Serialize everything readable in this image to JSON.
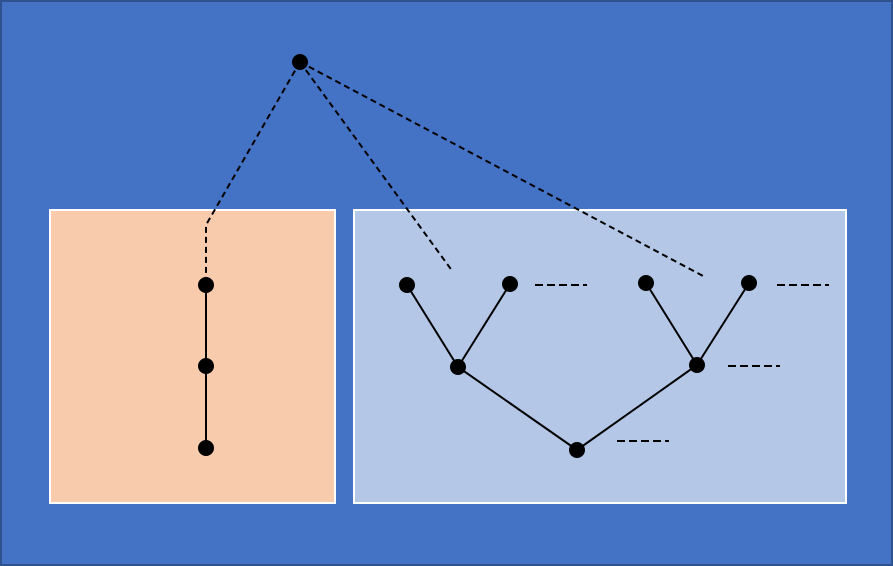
{
  "colors": {
    "outer_fill": "#4472C4",
    "outer_stroke": "#2F528F",
    "left_panel_fill": "#F8CBAD",
    "right_panel_fill": "#B4C7E7",
    "panel_stroke": "#FFFFFF",
    "node": "#000000",
    "edge": "#000000"
  },
  "diagram": {
    "root_node": "root",
    "left_panel": {
      "structure": "chain",
      "nodes": [
        "c1",
        "c2",
        "c3"
      ],
      "edges": [
        [
          "c1",
          "c2"
        ],
        [
          "c2",
          "c3"
        ]
      ]
    },
    "right_panel": {
      "structure": "binary-tree",
      "nodes": [
        "r-root",
        "r-left",
        "r-right",
        "r-ll",
        "r-lr",
        "r-rl",
        "r-rr"
      ],
      "edges": [
        [
          "r-root",
          "r-left"
        ],
        [
          "r-root",
          "r-right"
        ],
        [
          "r-left",
          "r-ll"
        ],
        [
          "r-left",
          "r-lr"
        ],
        [
          "r-right",
          "r-rl"
        ],
        [
          "r-right",
          "r-rr"
        ]
      ],
      "continuation_markers": [
        "after-r-lr",
        "after-r-rr",
        "after-r-right",
        "after-r-root"
      ]
    },
    "dashed_links": [
      [
        "root",
        "left-panel"
      ],
      [
        "root",
        "right-panel-left-subtree"
      ],
      [
        "root",
        "right-panel-right-subtree"
      ]
    ]
  }
}
